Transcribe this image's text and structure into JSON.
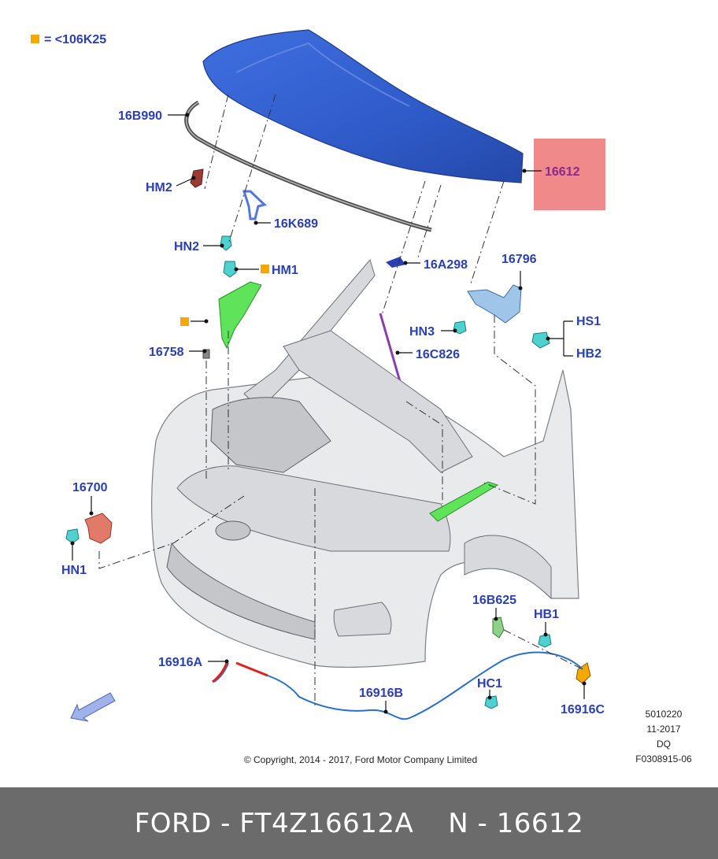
{
  "legend": {
    "text": "= <106K25",
    "swatch_color": "#f7a800"
  },
  "parts": {
    "p16B990": "16B990",
    "hm2": "HM2",
    "p16612": "16612",
    "p16K689": "16K689",
    "hn2": "HN2",
    "hm1": "HM1",
    "p16A298": "16A298",
    "p16796": "16796",
    "hs1": "HS1",
    "hn3": "HN3",
    "hb2": "HB2",
    "p16758": "16758",
    "p16C826": "16C826",
    "p16700": "16700",
    "hn1": "HN1",
    "p16B625": "16B625",
    "hb1": "HB1",
    "p16916A": "16916A",
    "hc1": "HC1",
    "p16916B": "16916B",
    "p16916C": "16916C"
  },
  "stamp": {
    "line1": "5010220",
    "line2": "11-2017",
    "line3": "DQ",
    "line4": "F0308915-06"
  },
  "copyright": "© Copyright, 2014 - 2017, Ford Motor Company Limited",
  "footer": {
    "left": "FORD - FT4Z16612A",
    "right": "N - 16612"
  },
  "colors": {
    "label_blue": "#2a3fb4",
    "hood_blue": "#2f5bc9",
    "highlight_box": "#f08a8a",
    "highlight_green": "#5ee35a",
    "clip_cyan": "#4fd2cf",
    "footer_bg": "#6b6b6b"
  }
}
